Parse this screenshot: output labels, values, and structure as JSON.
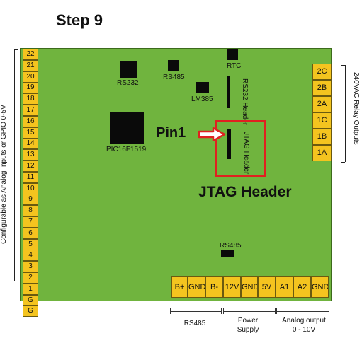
{
  "title": "Step 9",
  "left_pins": [
    "22",
    "21",
    "20",
    "19",
    "18",
    "17",
    "16",
    "15",
    "14",
    "13",
    "12",
    "11",
    "10",
    "9",
    "8",
    "7",
    "6",
    "5",
    "4",
    "3",
    "2",
    "1",
    "G",
    "G"
  ],
  "left_side_label": "Configurable as Analog Inputs or GPIO 0-5V",
  "relay_pins": [
    "2C",
    "2B",
    "2A",
    "1C",
    "1B",
    "1A"
  ],
  "right_side_label": "240VAC Relay Outputs",
  "chips": {
    "rs232": "RS232",
    "rs485_top": "RS485",
    "rtc": "RTC",
    "rs232_header": "RS232 Header",
    "lm385": "LM385",
    "pic": "PIC16F1519",
    "jtag_header": "JTAG Header",
    "rs485_mid": "RS485"
  },
  "annotation": {
    "pin1": "Pin1",
    "jtag_title": "JTAG Header",
    "highlight_color": "#e02020"
  },
  "bottom_terminals": [
    "B+",
    "GND",
    "B-",
    "12V",
    "GND",
    "5V",
    "A1",
    "A2",
    "GND"
  ],
  "bottom_groups": {
    "rs485": "RS485",
    "power_1": "Power",
    "power_2": "Supply",
    "analog_1": "Analog output",
    "analog_2": "0 - 10V"
  },
  "colors": {
    "board": "#70b43e",
    "terminal": "#f4c41f",
    "chip": "#0a0a0a"
  }
}
